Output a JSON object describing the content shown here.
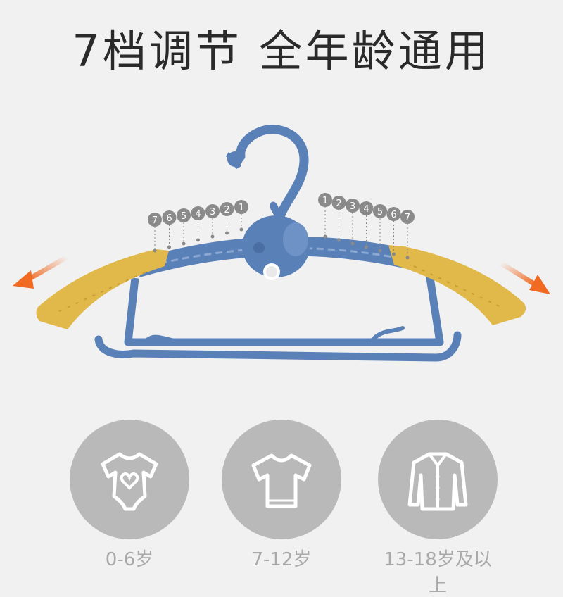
{
  "headline": "7档调节 全年龄通用",
  "scale": {
    "left_ticks": [
      "7",
      "6",
      "5",
      "4",
      "3",
      "2",
      "1"
    ],
    "right_ticks": [
      "1",
      "2",
      "3",
      "4",
      "5",
      "6",
      "7"
    ]
  },
  "age_groups": [
    {
      "label": "0-6岁",
      "icon": "baby-onesie-icon"
    },
    {
      "label": "7-12岁",
      "icon": "tshirt-icon"
    },
    {
      "label": "13-18岁及以上",
      "icon": "shirt-icon"
    }
  ],
  "colors": {
    "background": "#f1f1f1",
    "hanger_blue": "#5a80b8",
    "arm_yellow": "#e1b84a",
    "arrow_orange": "#f06a22",
    "circle_gray": "#b9b9b9",
    "marker_gray": "#8a8a8a"
  }
}
